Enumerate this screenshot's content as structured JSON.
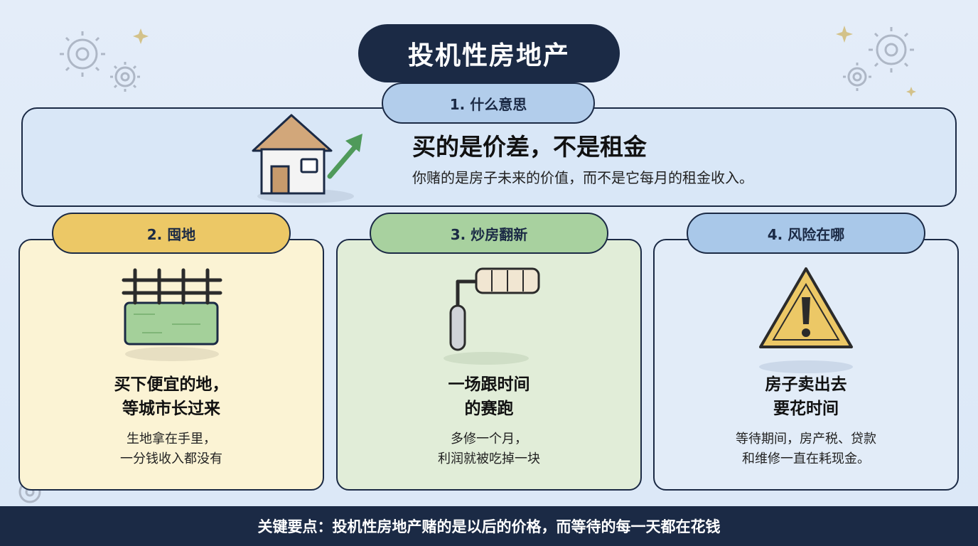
{
  "title": "投机性房地产",
  "section1": {
    "label": "1. 什么意思",
    "heading": "买的是价差，不是租金",
    "description": "你赌的是房子未来的价值，而不是它每月的租金收入。",
    "icon": "house-arrow-up-icon"
  },
  "cards": [
    {
      "label": "2. 囤地",
      "heading_lines": [
        "买下便宜的地，",
        "等城市长过来"
      ],
      "desc_lines": [
        "生地拿在手里，",
        "一分钱收入都没有"
      ],
      "icon": "fenced-land-icon",
      "color": "#ecc866"
    },
    {
      "label": "3. 炒房翻新",
      "heading_lines": [
        "一场跟时间",
        "的赛跑"
      ],
      "desc_lines": [
        "多修一个月，",
        "利润就被吃掉一块"
      ],
      "icon": "paint-roller-icon",
      "color": "#a8d19f"
    },
    {
      "label": "4. 风险在哪",
      "heading_lines": [
        "房子卖出去",
        "要花时间"
      ],
      "desc_lines": [
        "等待期间，房产税、贷款",
        "和维修一直在耗现金。"
      ],
      "icon": "warning-icon",
      "color": "#a9c8e9"
    }
  ],
  "footer": "关键要点：投机性房地产赌的是以后的价格，而等待的每一天都在花钱"
}
